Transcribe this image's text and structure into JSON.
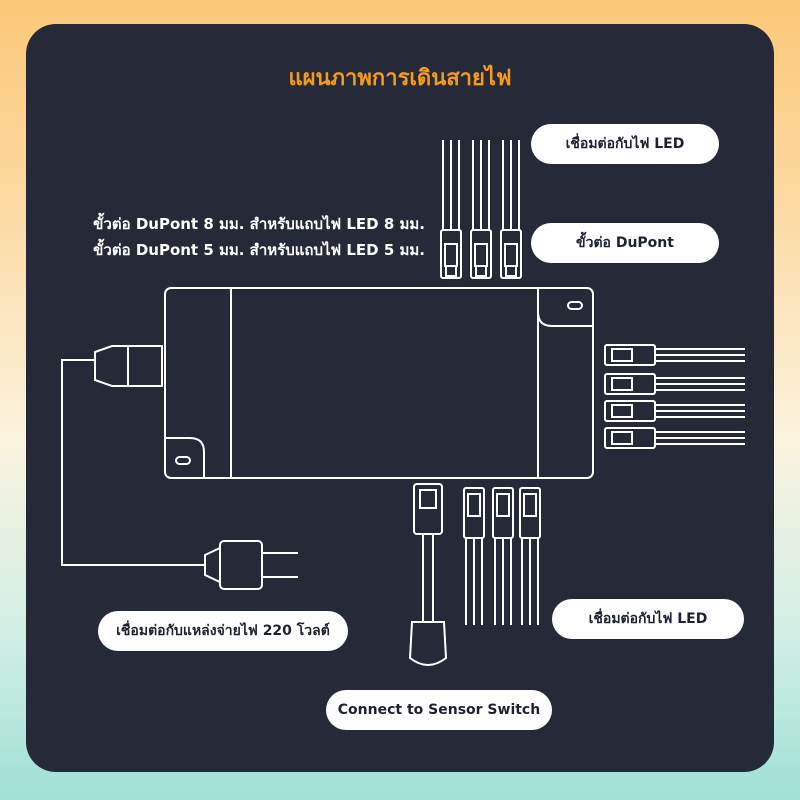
{
  "title": "แผนภาพการเดินสายไฟ",
  "labels": {
    "led_top": "เชื่อมต่อกับไฟ LED",
    "dupont": "ขั้วต่อ DuPont",
    "led_bottom": "เชื่อมต่อกับไฟ LED",
    "power": "เชื่อมต่อกับแหล่งจ่ายไฟ 220 โวลต์",
    "sensor": "Connect to Sensor Switch"
  },
  "notes": [
    "ขั้วต่อ DuPont 8 มม. สำหรับแถบไฟ LED 8 มม.",
    "ขั้วต่อ DuPont 5 มม. สำหรับแถบไฟ LED 5 มม."
  ],
  "colors": {
    "panel": "#262a38",
    "accent": "#f59a1b",
    "line": "#ffffff"
  }
}
